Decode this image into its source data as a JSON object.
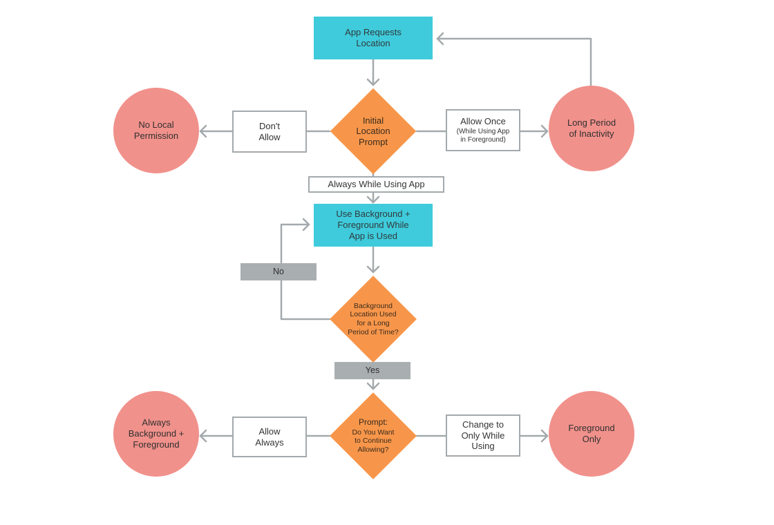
{
  "nodes": {
    "app_requests_location": "App Requests\nLocation",
    "initial_location_prompt": "Initial\nLocation\nPrompt",
    "dont_allow": "Don't\nAllow",
    "no_local_permission": "No Local\nPermission",
    "allow_once": "Allow Once",
    "allow_once_sub": "(While Using App\nin Foreground)",
    "long_period_inactivity": "Long Period\nof Inactivity",
    "always_while_using_app": "Always While Using App",
    "use_background_foreground": "Use Background +\nForeground While\nApp is Used",
    "no_label": "No",
    "background_location_used": "Background\nLocation Used\nfor a Long\nPeriod of Time?",
    "yes_label": "Yes",
    "prompt_continue": "Prompt:",
    "prompt_continue_sub": "Do You Want\nto Continue\nAllowing?",
    "allow_always": "Allow\nAlways",
    "always_background_foreground": "Always\nBackground +\nForeground",
    "change_to_only_while_using": "Change to\nOnly While\nUsing",
    "foreground_only": "Foreground\nOnly"
  },
  "colors": {
    "teal": "#3fcbdb",
    "orange": "#f7964a",
    "salmon": "#f1918b",
    "gray": "#a9aeb1",
    "connector": "#a3a9ac"
  }
}
